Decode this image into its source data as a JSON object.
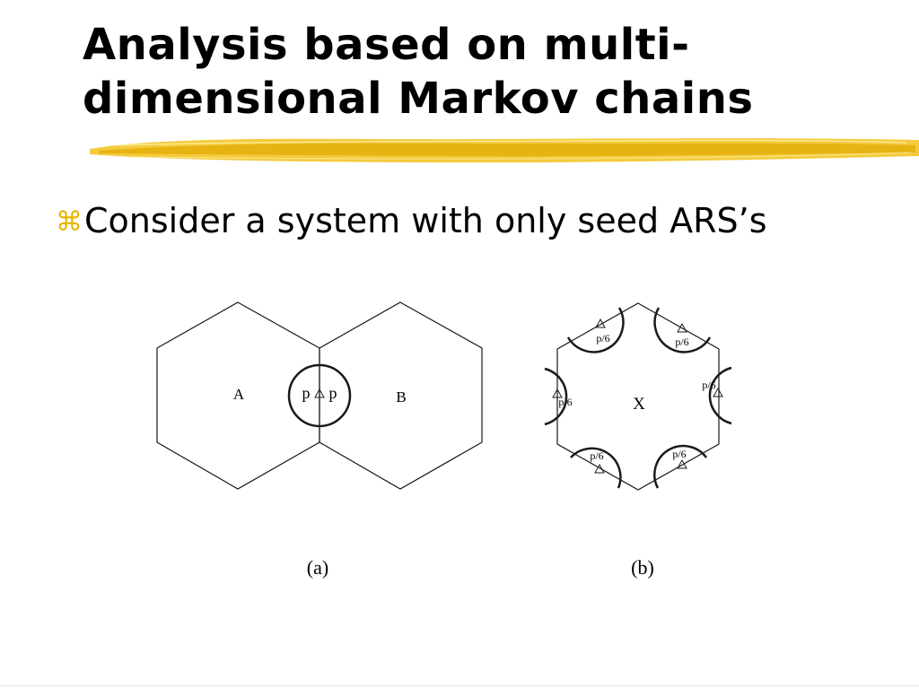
{
  "slide": {
    "title_line1": "Analysis based on multi-",
    "title_line2": "dimensional Markov chains",
    "bullet_icon": "command-key-icon",
    "bullet_text": "Consider a system with only seed ARS’s"
  },
  "figure_a": {
    "caption": "(a)",
    "cell_left_label": "A",
    "cell_right_label": "B",
    "overlap_left_label": "p",
    "overlap_right_label": "p"
  },
  "figure_b": {
    "caption": "(b)",
    "cell_label": "X",
    "edge_labels": [
      "p/6",
      "p/6",
      "p/6",
      "p/6",
      "p/6",
      "p/6"
    ]
  },
  "colors": {
    "accent": "#f2c21c",
    "accent_dark": "#e0a800",
    "text": "#000000",
    "line": "#1a1a1a"
  }
}
